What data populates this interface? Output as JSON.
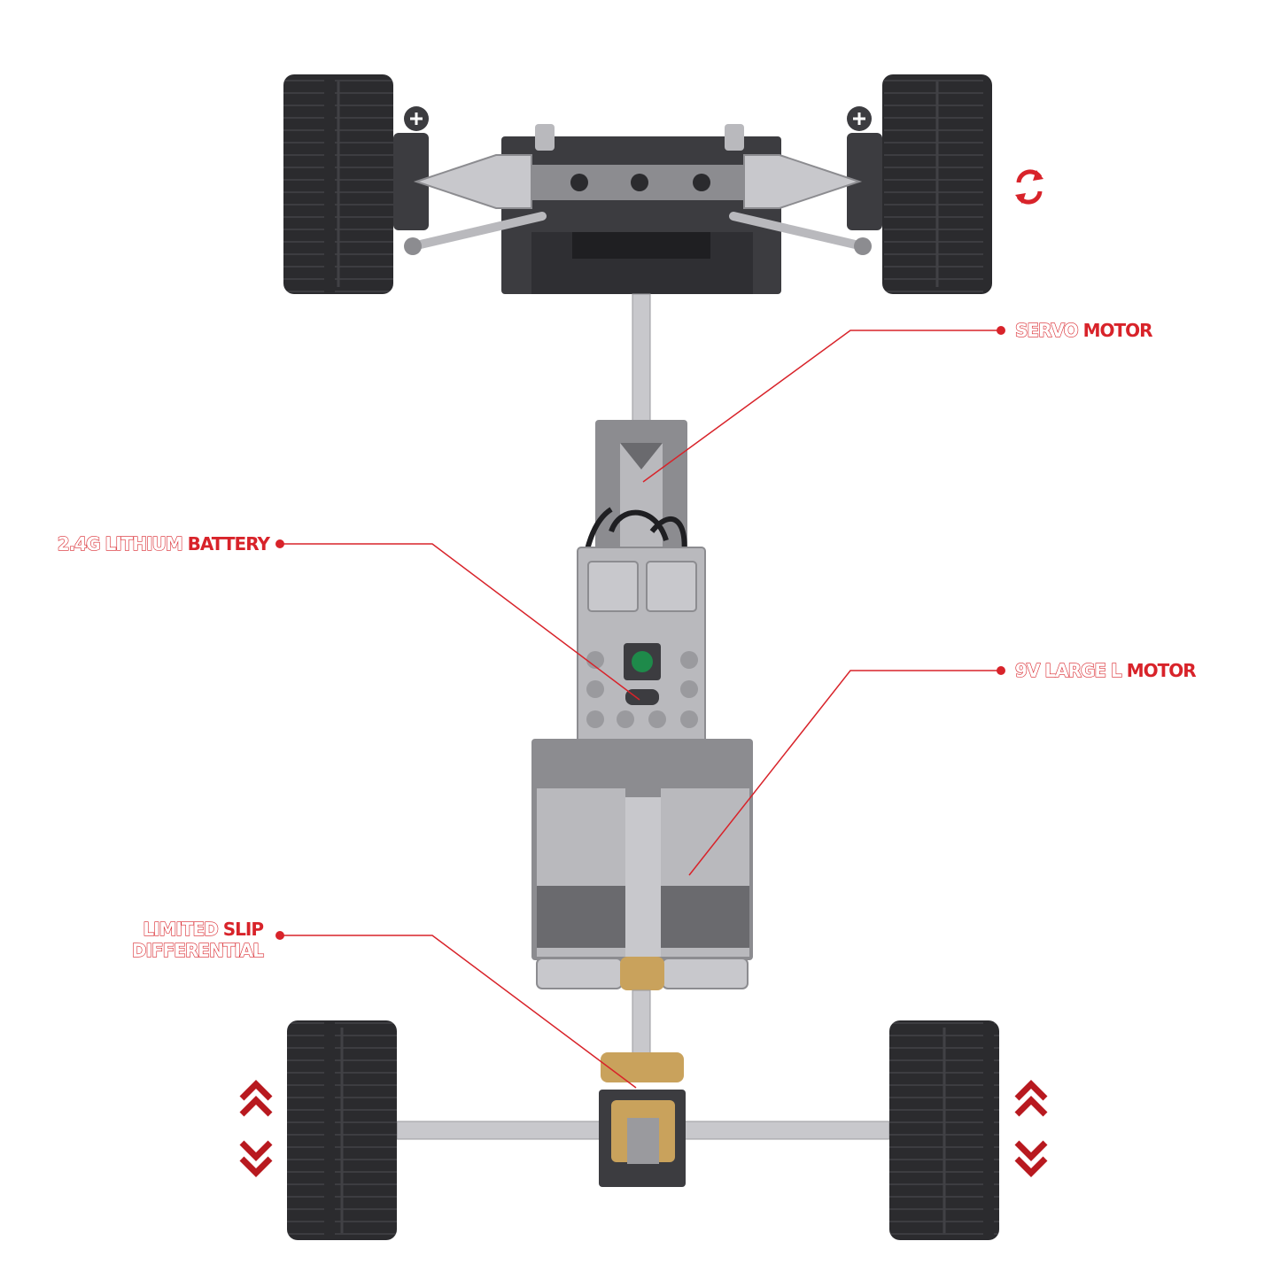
{
  "colors": {
    "accent": "#d8232a",
    "tire": "#2b2b2e",
    "frame_dark": "#3c3c40",
    "frame_gray": "#8c8c90",
    "frame_light": "#b9b9bd",
    "axle": "#c8c8cc",
    "gear_tan": "#c9a25c",
    "led_green": "#1e8a4a"
  },
  "labels": {
    "servo": {
      "w1": "SERVO",
      "w2": "MOTOR"
    },
    "battery": {
      "w1": "2.4G LITHIUM",
      "w2": "BATTERY"
    },
    "motor": {
      "w1": "9V LARGE L",
      "w2": "MOTOR"
    },
    "diff_line1": {
      "w1": "LIMITED",
      "w2": "SLIP"
    },
    "diff_line2": {
      "w1": "DIFFERENTIAL",
      "w2": ""
    }
  },
  "icons": {
    "steering": "rotate-arrows-icon",
    "suspension_up": "double-chevron-up-icon",
    "suspension_down": "double-chevron-down-icon"
  }
}
